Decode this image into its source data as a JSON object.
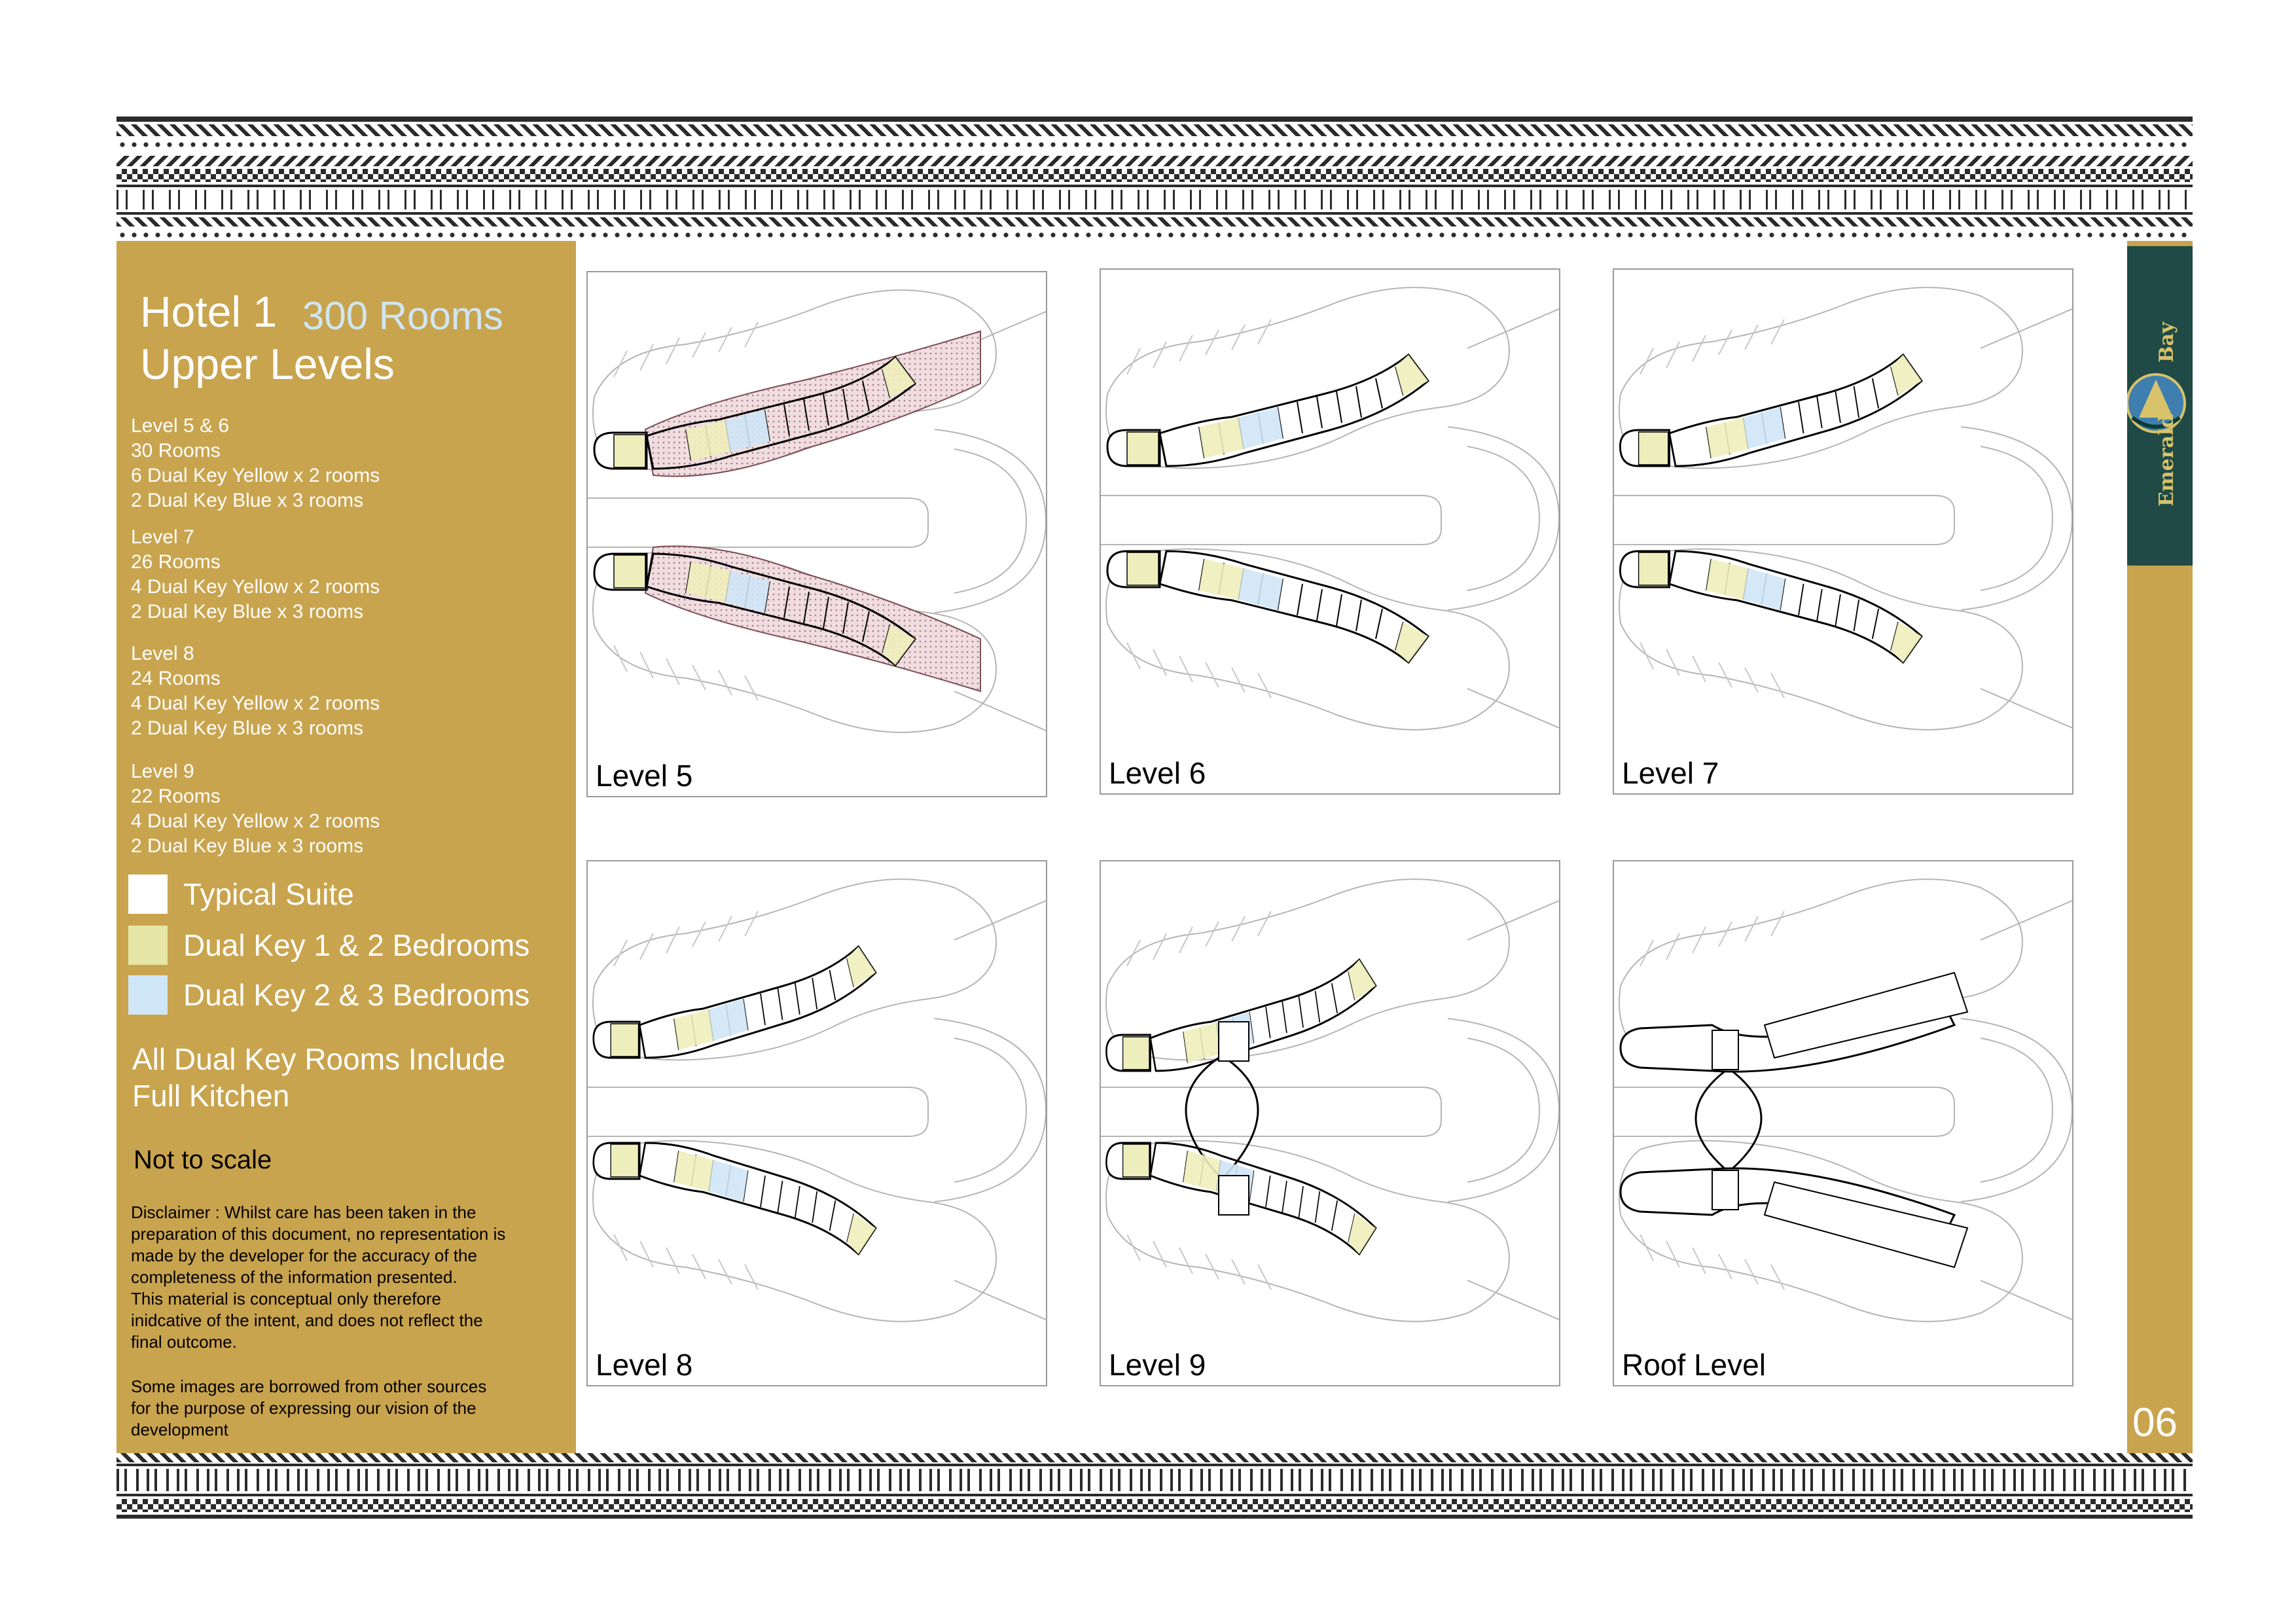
{
  "header": {
    "title": "Hotel 1",
    "rooms": "300 Rooms",
    "subtitle": "Upper Levels"
  },
  "levels": [
    {
      "name": "Level 5 & 6",
      "rooms": "30 Rooms",
      "yellow": "6 Dual Key Yellow x 2 rooms",
      "blue": "2 Dual Key Blue x 3 rooms"
    },
    {
      "name": "Level 7",
      "rooms": "26 Rooms",
      "yellow": "4 Dual Key Yellow x 2 rooms",
      "blue": "2 Dual Key Blue x 3 rooms"
    },
    {
      "name": "Level 8",
      "rooms": "24 Rooms",
      "yellow": "4 Dual Key Yellow x 2 rooms",
      "blue": "2 Dual Key Blue x 3 rooms"
    },
    {
      "name": "Level 9",
      "rooms": "22 Rooms",
      "yellow": "4 Dual Key Yellow x 2 rooms",
      "blue": "2 Dual Key Blue x 3 rooms"
    }
  ],
  "legend": [
    {
      "label": "Typical Suite",
      "color": "#FFFFFF"
    },
    {
      "label": "Dual Key 1 & 2 Bedrooms",
      "color": "#E6E6A6"
    },
    {
      "label": "Dual Key 2 & 3 Bedrooms",
      "color": "#CFE6F7"
    }
  ],
  "notes": {
    "kitchen_line1": "All Dual Key Rooms Include",
    "kitchen_line2": "Full Kitchen",
    "scale": "Not to scale",
    "disclaimer_lines": [
      "Disclaimer : Whilst care has been taken in the",
      "preparation of this document, no representation is",
      "made by the developer for the accuracy of the",
      "completeness of the information presented.",
      "This material is conceptual only therefore",
      "inidcative of the intent, and does not reflect the",
      "final outcome."
    ],
    "borrowed_lines": [
      "Some images are borrowed from other sources",
      "for the purpose of expressing our  vision of the",
      "development"
    ]
  },
  "plans": [
    {
      "label": "Level 5"
    },
    {
      "label": "Level 6"
    },
    {
      "label": "Level 7"
    },
    {
      "label": "Level 8"
    },
    {
      "label": "Level 9"
    },
    {
      "label": "Roof Level"
    }
  ],
  "logo": {
    "text_left": "Emerald",
    "text_right": "Bay"
  },
  "page_number": "06",
  "colors": {
    "gold": "#C9A44E",
    "teal": "#1F4A45",
    "blue_text": "#CFE6F2",
    "shading": "#E8D2D6"
  }
}
